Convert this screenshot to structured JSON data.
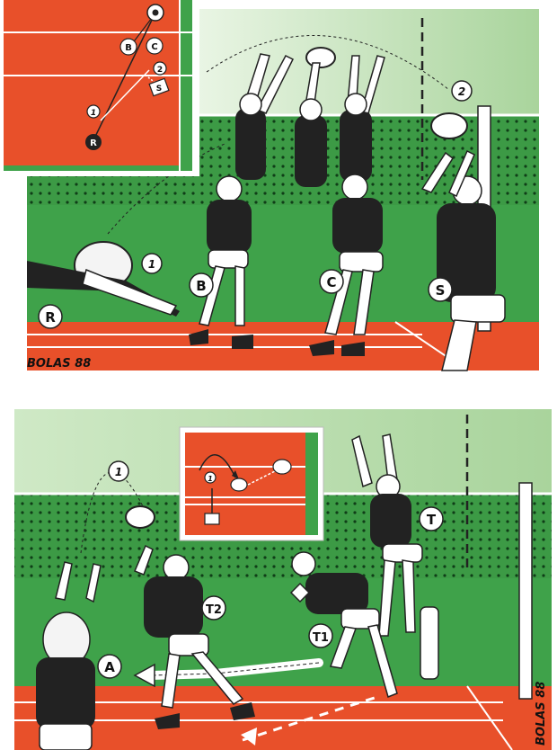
{
  "top_panel": {
    "inset_labels": [
      "B",
      "C",
      "2",
      "S",
      "1",
      "R"
    ],
    "scene_labels": {
      "one": "1",
      "two": "2",
      "b": "B",
      "c": "C",
      "s": "S",
      "r": "R"
    },
    "signature": "BOLAS 88"
  },
  "bottom_panel": {
    "inset_labels": [
      "1"
    ],
    "scene_labels": {
      "one": "1",
      "t": "T",
      "t2": "T2",
      "t1": "T1",
      "a": "A"
    },
    "signature": "BOLAS 88"
  },
  "colors": {
    "court_orange": "#e8502a",
    "floor_green": "#3fa24a",
    "wall_green": "#b9dcae",
    "net_green": "#2f8a3c",
    "jersey": "#222222"
  }
}
